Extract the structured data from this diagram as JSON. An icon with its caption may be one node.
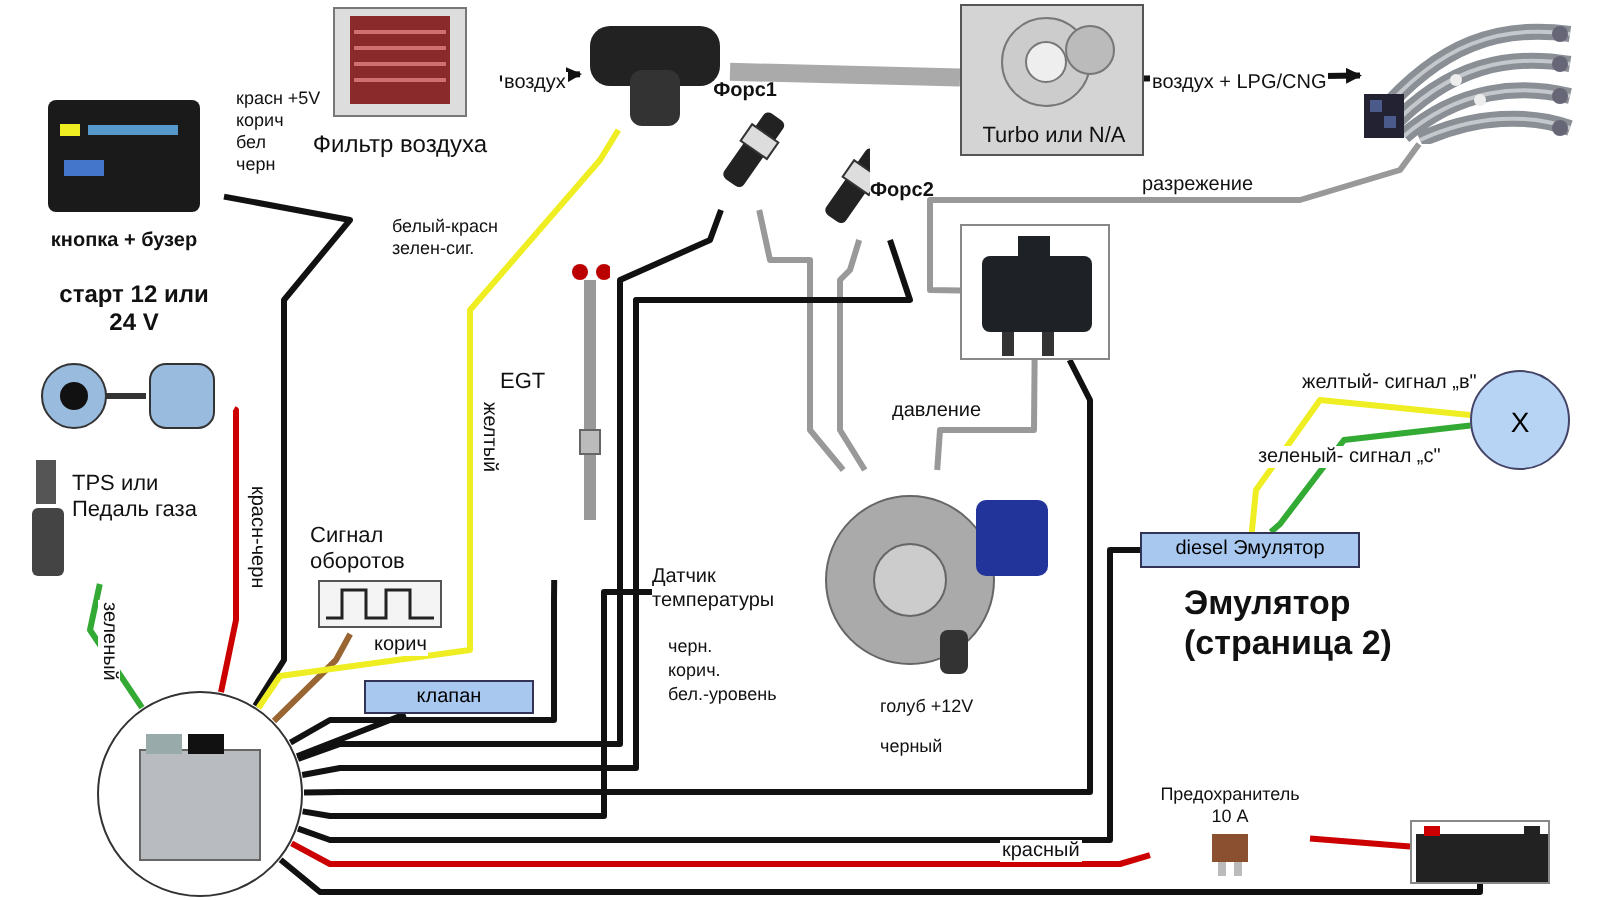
{
  "diagram": {
    "nodes": [
      {
        "text": [
          "Фильтр воздуха"
        ]
      },
      {
        "text": [],
        "shape": "cylinder"
      },
      {
        "text": [
          "Turbo или N/A"
        ]
      },
      {
        "text": [],
        "shape": "picture"
      },
      {
        "text": [
          "Форс1"
        ]
      },
      {
        "text": [
          "Форс2"
        ]
      },
      {
        "text": [],
        "shape": "box"
      },
      {
        "text": [],
        "shape": "picture"
      },
      {
        "text": [
          "Датчик температуры"
        ]
      },
      {
        "text": [
          "кнопка + бузер"
        ]
      },
      {
        "text": [
          "старт 12 или 24 V"
        ]
      },
      {
        "text": [
          "TPS или Педаль газа"
        ]
      },
      {
        "text": [
          "Сигнал оборотов"
        ]
      },
      {
        "text": [
          "EGT"
        ]
      },
      {
        "text": [],
        "shape": "picture"
      },
      {
        "text": [
          "X"
        ]
      },
      {
        "text": [
          "diesel Эмулятор"
        ]
      },
      {
        "text": [
          "клапан"
        ]
      },
      {
        "text": [
          "Предохранитель 10 A"
        ]
      },
      {
        "text": [],
        "shape": "box"
      }
    ],
    "edges": [
      {
        "from": 0,
        "to": 1,
        "arrow": "to",
        "label": "воздух"
      },
      {
        "from": 1,
        "to": 2,
        "arrow": "none",
        "color": "#aaaaaa",
        "style": "thick"
      },
      {
        "from": 2,
        "to": 3,
        "arrow": "to",
        "label": "воздух + LPG/CNG"
      },
      {
        "from": 3,
        "to": 6,
        "arrow": "none",
        "label": "разрежение",
        "color": "#999999"
      },
      {
        "from": 7,
        "to": 6,
        "arrow": "none",
        "label": "давление",
        "color": "#999999"
      },
      {
        "from": 4,
        "to": 7,
        "arrow": "none",
        "color": "#999999"
      },
      {
        "from": 5,
        "to": 7,
        "arrow": "none",
        "color": "#999999"
      },
      {
        "from": 9,
        "to": 14,
        "arrow": "none"
      },
      {
        "from": 10,
        "to": 14,
        "arrow": "none",
        "label": "красн-черн",
        "color": "#cc0000"
      },
      {
        "from": 11,
        "to": 14,
        "arrow": "none",
        "label": "зеленый",
        "color": "#33aa33"
      },
      {
        "from": 12,
        "to": 14,
        "arrow": "none",
        "label": "корич",
        "color": "#996633"
      },
      {
        "from": 1,
        "to": 14,
        "arrow": "none",
        "label": "желтый",
        "color": "#eeee22"
      },
      {
        "from": 13,
        "to": 14,
        "arrow": "none"
      },
      {
        "from": 4,
        "to": 14,
        "arrow": "none"
      },
      {
        "from": 5,
        "to": 14,
        "arrow": "none"
      },
      {
        "from": 6,
        "to": 14,
        "arrow": "none"
      },
      {
        "from": 8,
        "to": 14,
        "arrow": "none"
      },
      {
        "from": 17,
        "to": 14,
        "arrow": "none"
      },
      {
        "from": 16,
        "to": 14,
        "arrow": "none"
      },
      {
        "from": 16,
        "to": 15,
        "arrow": "none",
        "label": "желтый- сигнал „в\"",
        "color": "#eeee22"
      },
      {
        "from": 16,
        "to": 15,
        "arrow": "none",
        "label": "зеленый- сигнал „с\"",
        "color": "#33aa33"
      },
      {
        "from": 14,
        "to": 18,
        "arrow": "none",
        "label": "красный",
        "color": "#cc0000"
      },
      {
        "from": 18,
        "to": 19,
        "arrow": "none",
        "color": "#cc0000"
      },
      {
        "from": 19,
        "to": 14,
        "arrow": "none"
      }
    ],
    "labels": [
      "красн +5V",
      "корич",
      "бел",
      "черн",
      "белый-красн",
      "зелен-сиг.",
      "черн.",
      "корич.",
      "бел.-уровень",
      "голуб +12V",
      "черный",
      "Эмулятор (страница 2)"
    ]
  }
}
